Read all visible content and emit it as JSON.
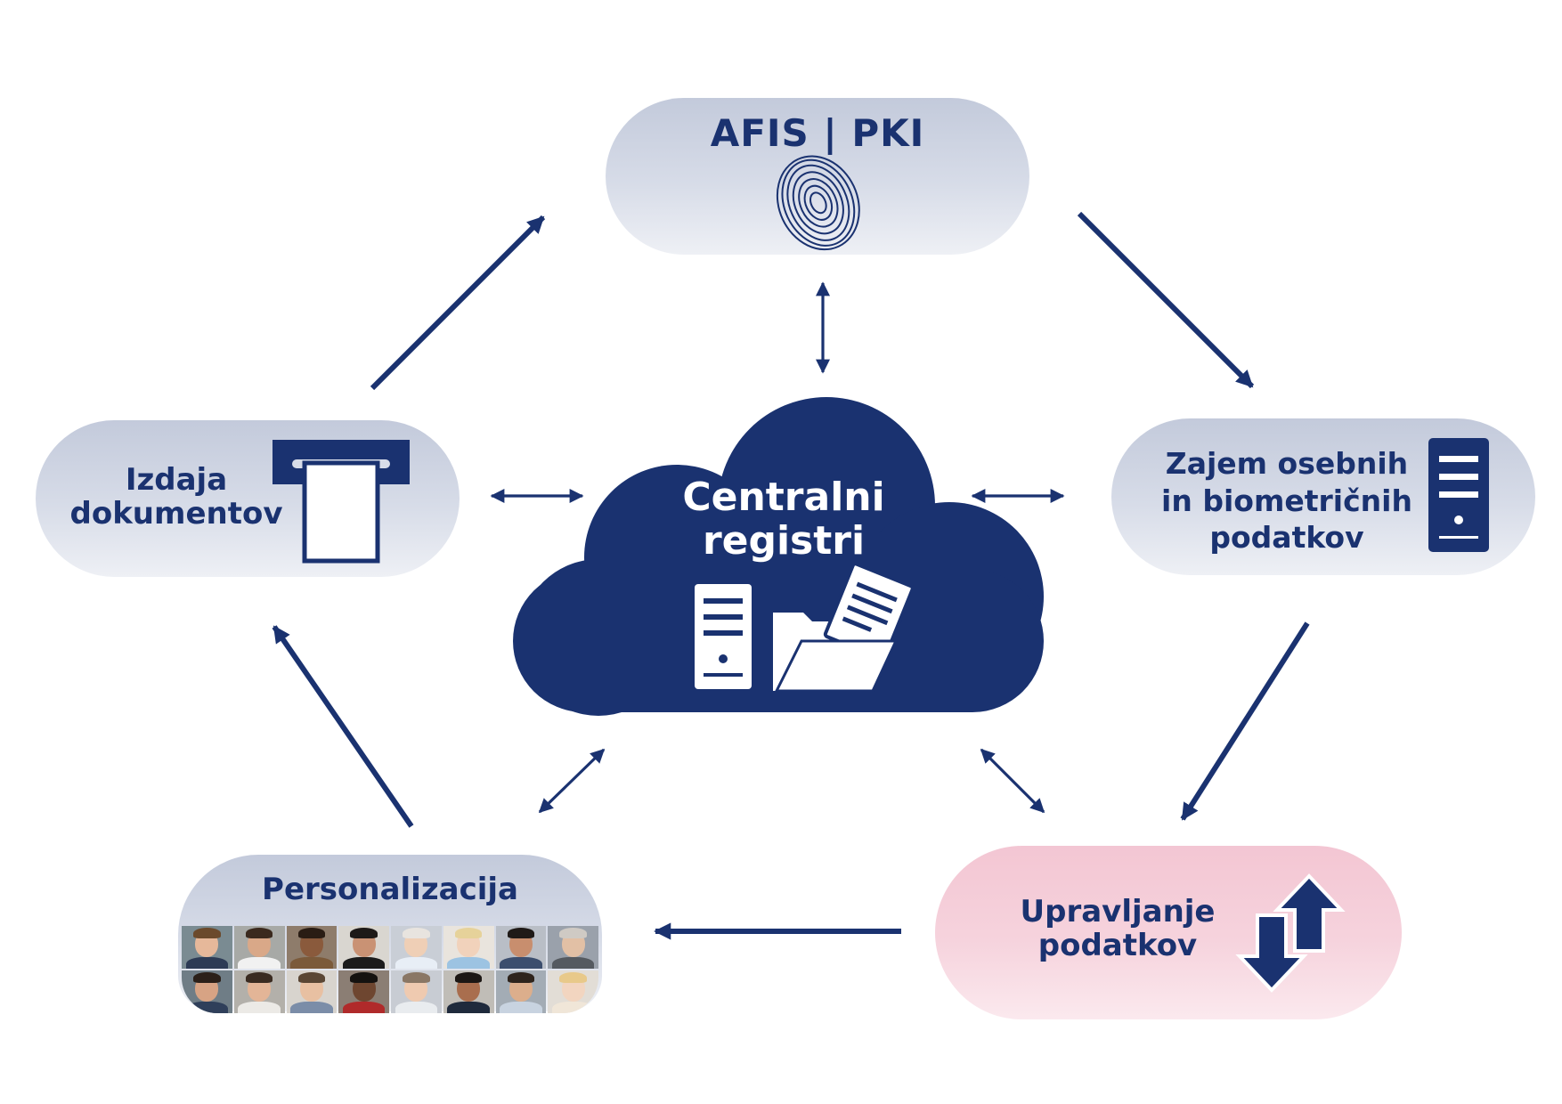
{
  "center": {
    "line1": "Centralni",
    "line2": "registri",
    "icons": [
      "server-icon",
      "folder-document-icon"
    ]
  },
  "nodes": {
    "afis": {
      "label": "AFIS | PKI",
      "icon": "fingerprint-icon"
    },
    "zajem": {
      "line1": "Zajem osebnih",
      "line2": "in biometričnih",
      "line3": "podatkov",
      "icon": "server-icon"
    },
    "upravljanje": {
      "line1": "Upravljanje",
      "line2": "podatkov",
      "icon": "up-down-arrows-icon"
    },
    "personalizacija": {
      "label": "Personalizacija",
      "image": "portrait-grid"
    },
    "izdaja": {
      "line1": "Izdaja",
      "line2": "dokumentov",
      "icon": "document-dispenser-icon"
    }
  },
  "colors": {
    "primary": "#1a3270",
    "pill": "#d3d8e5",
    "pill_pink": "#f5cdd8",
    "white": "#ffffff"
  }
}
